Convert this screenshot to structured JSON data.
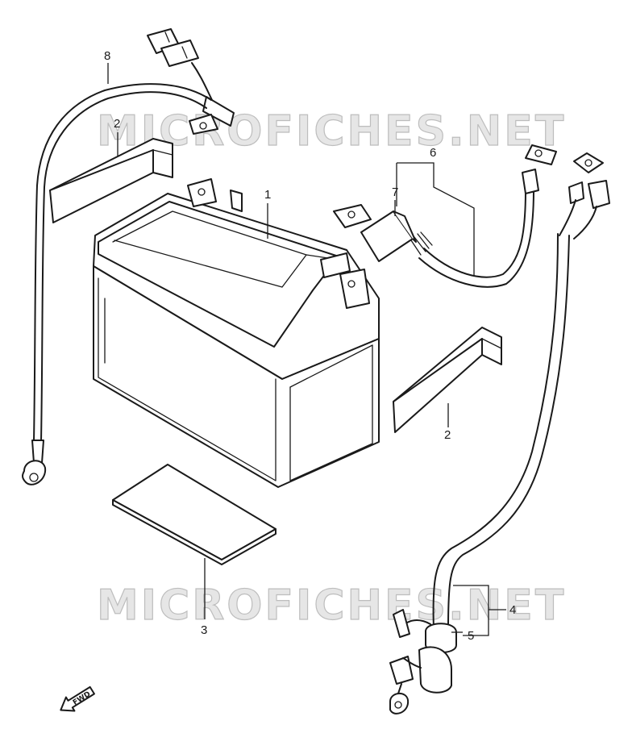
{
  "watermark": {
    "text": "MICROFICHES.NET"
  },
  "direction_marker": {
    "label": "FWD"
  },
  "callouts": {
    "battery": "1",
    "spacer_left": "2",
    "spacer_right": "2",
    "battery_sheet": "3",
    "negative_cable": "4",
    "cable_cap": "5",
    "positive_cable": "6",
    "terminal_cover": "7",
    "breather_cable": "8"
  },
  "colors": {
    "line": "#1a1a1a",
    "watermark_fill": "#e6e6e6",
    "watermark_stroke": "#bdbdbd"
  }
}
